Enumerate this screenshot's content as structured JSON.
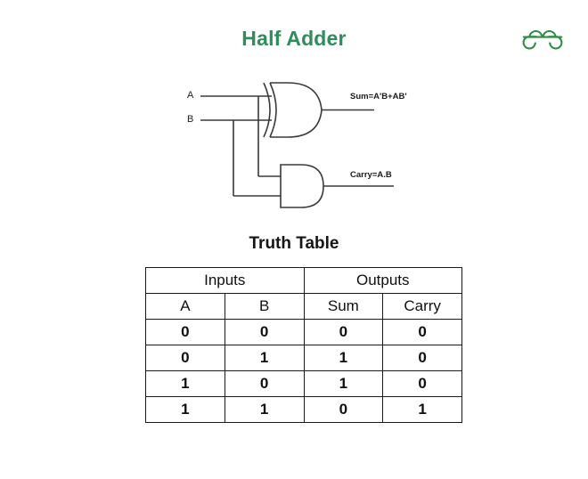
{
  "page": {
    "title": "Half Adder",
    "title_color": "#2f8d5b",
    "background": "#ffffff"
  },
  "brand": {
    "logo_icon": "geeksforgeeks-logo-icon",
    "color": "#308d46"
  },
  "circuit": {
    "name": "half-adder-circuit-diagram",
    "inputs": [
      {
        "label": "A"
      },
      {
        "label": "B"
      }
    ],
    "gates": [
      {
        "type": "xor-gate",
        "name": "xor-gate"
      },
      {
        "type": "and-gate",
        "name": "and-gate"
      }
    ],
    "outputs": [
      {
        "label": "Sum=A'B+AB'",
        "name": "sum-output-label"
      },
      {
        "label": "Carry=A.B",
        "name": "carry-output-label"
      }
    ],
    "wire_color": "#3a3a3a"
  },
  "truth_table": {
    "heading": "Truth Table",
    "group_headers": [
      "Inputs",
      "Outputs"
    ],
    "columns": [
      "A",
      "B",
      "Sum",
      "Carry"
    ],
    "rows": [
      [
        "0",
        "0",
        "0",
        "0"
      ],
      [
        "0",
        "1",
        "1",
        "0"
      ],
      [
        "1",
        "0",
        "1",
        "0"
      ],
      [
        "1",
        "1",
        "0",
        "1"
      ]
    ],
    "border_color": "#1b1b1b"
  },
  "chart_data": {
    "type": "table",
    "title": "Truth Table",
    "categories": [
      "A",
      "B",
      "Sum",
      "Carry"
    ],
    "series": [
      {
        "name": "A",
        "values": [
          0,
          0,
          1,
          1
        ]
      },
      {
        "name": "B",
        "values": [
          0,
          1,
          0,
          1
        ]
      },
      {
        "name": "Sum",
        "values": [
          0,
          1,
          1,
          0
        ]
      },
      {
        "name": "Carry",
        "values": [
          0,
          0,
          0,
          1
        ]
      }
    ]
  }
}
